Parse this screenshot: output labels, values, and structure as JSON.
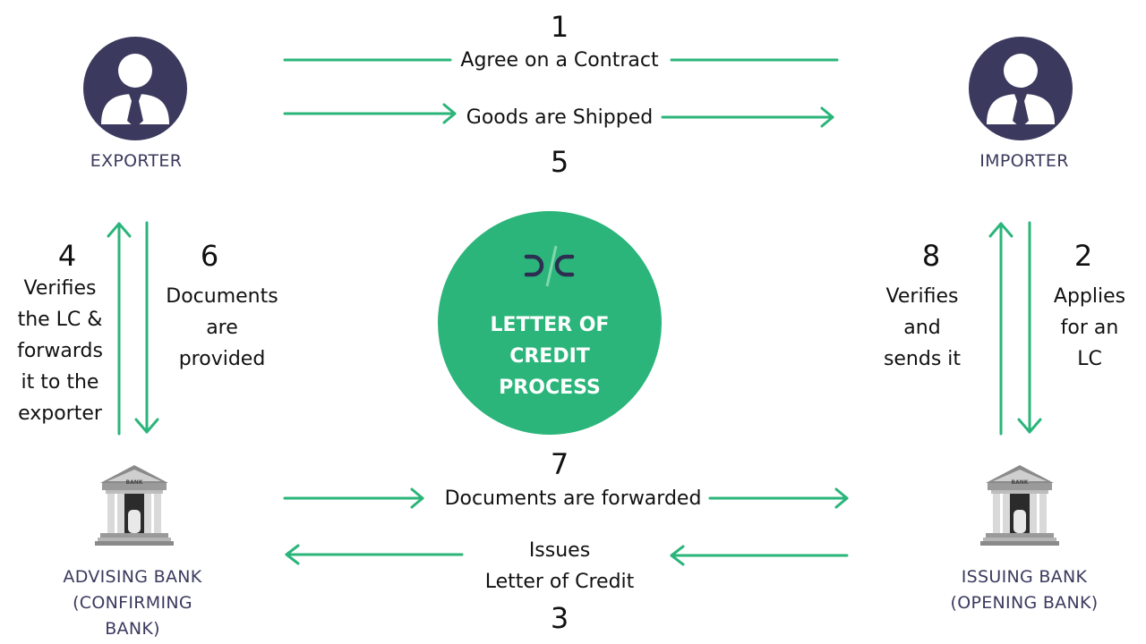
{
  "colors": {
    "accent_green": "#2bb57a",
    "person_navy": "#3b3a5e",
    "text": "#111111",
    "bank_gray": "#7a7a7a"
  },
  "center": {
    "logo_icon": "lc-logo-icon",
    "title_line1": "LETTER OF",
    "title_line2": "CREDIT",
    "title_line3": "PROCESS"
  },
  "parties": {
    "exporter": {
      "label": "EXPORTER",
      "icon": "person-icon"
    },
    "importer": {
      "label": "IMPORTER",
      "icon": "person-icon"
    },
    "advising_bank": {
      "line1": "ADVISING BANK",
      "line2": "(CONFIRMING",
      "line3": "BANK)",
      "icon": "bank-icon",
      "sign": "BANK"
    },
    "issuing_bank": {
      "line1": "ISSUING BANK",
      "line2": "(OPENING BANK)",
      "icon": "bank-icon",
      "sign": "BANK"
    }
  },
  "steps": {
    "s1": {
      "number": "1",
      "line1": "Agree on a Contract"
    },
    "s2": {
      "number": "2",
      "line1": "Applies",
      "line2": "for an",
      "line3": "LC"
    },
    "s3": {
      "number": "3",
      "line1": "Issues",
      "line2": "Letter of Credit"
    },
    "s4": {
      "number": "4",
      "line1": "Verifies",
      "line2": "the LC &",
      "line3": "forwards",
      "line4": "it to the",
      "line5": "exporter"
    },
    "s5": {
      "number": "5",
      "line1": "Goods are Shipped"
    },
    "s6": {
      "number": "6",
      "line1": "Documents",
      "line2": "are",
      "line3": "provided"
    },
    "s7": {
      "number": "7",
      "line1": "Documents are forwarded"
    },
    "s8": {
      "number": "8",
      "line1": "Verifies",
      "line2": "and",
      "line3": "sends it"
    }
  }
}
